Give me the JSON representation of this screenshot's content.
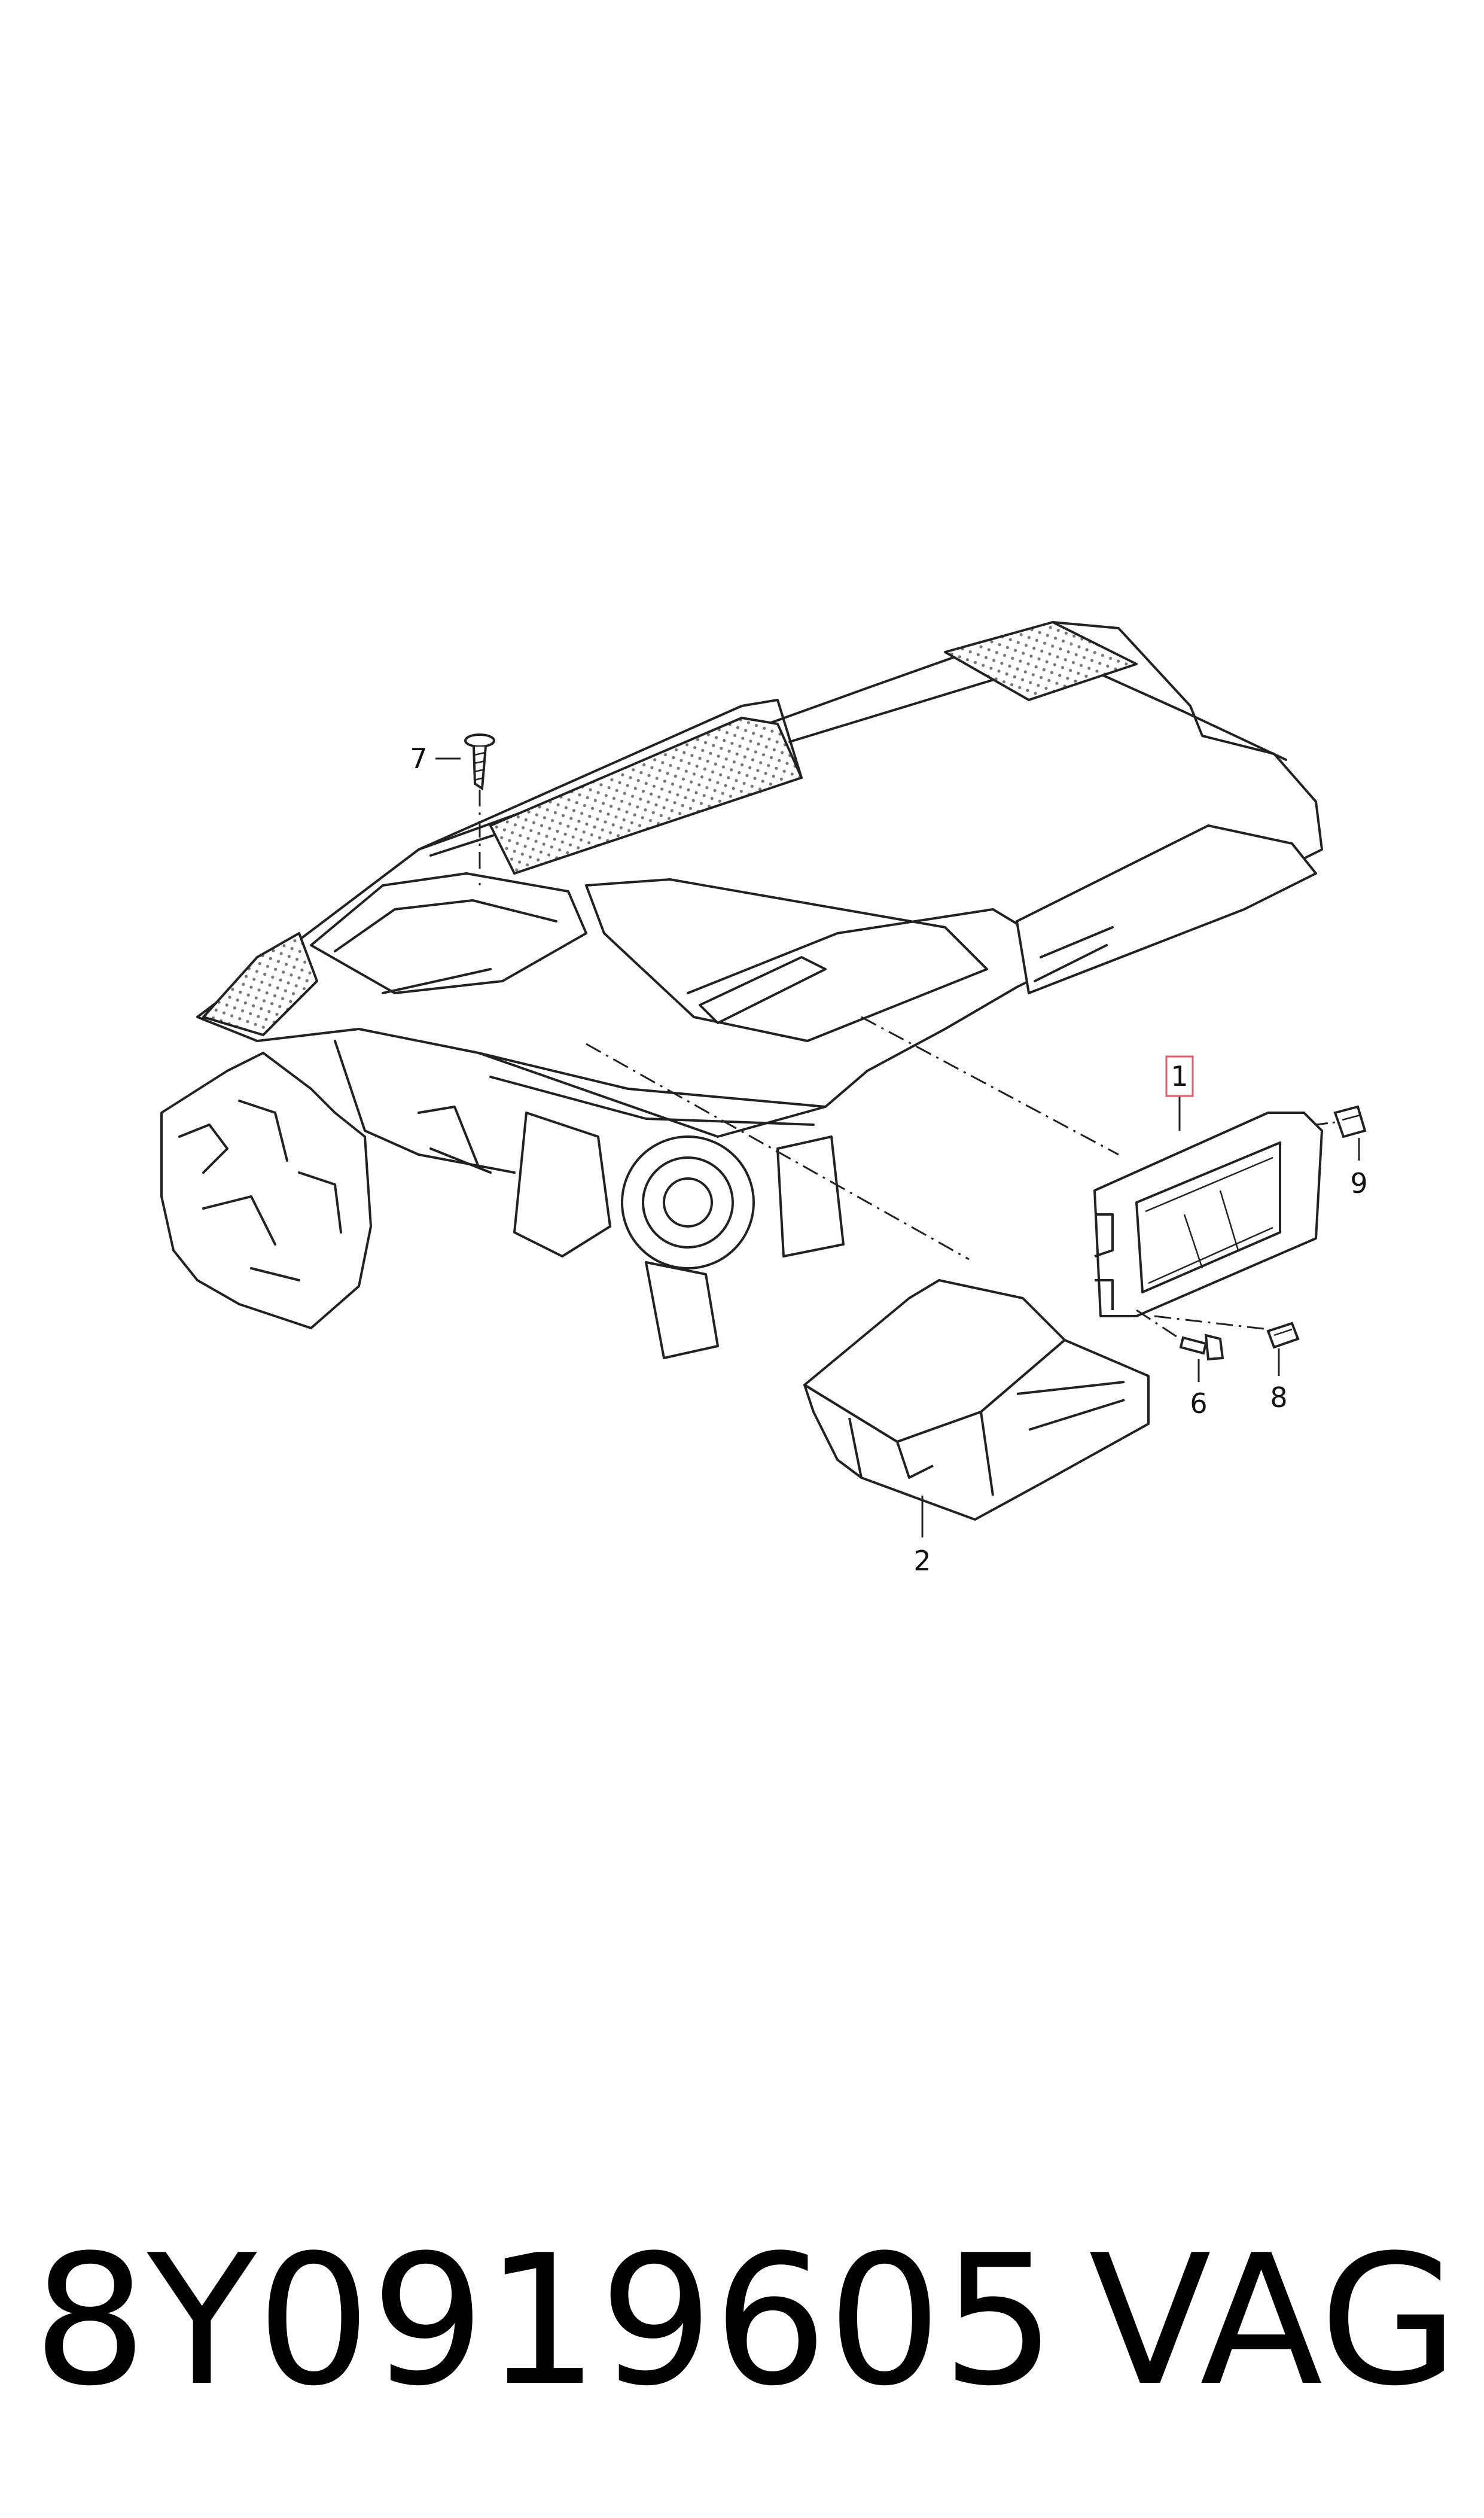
{
  "callouts": {
    "c1": "1",
    "c2": "2",
    "c6": "6",
    "c7": "7",
    "c8": "8",
    "c9": "9"
  },
  "highlight_color": "#e05a6a",
  "footer": {
    "part_number": "8Y0919605",
    "brand": "VAG"
  }
}
